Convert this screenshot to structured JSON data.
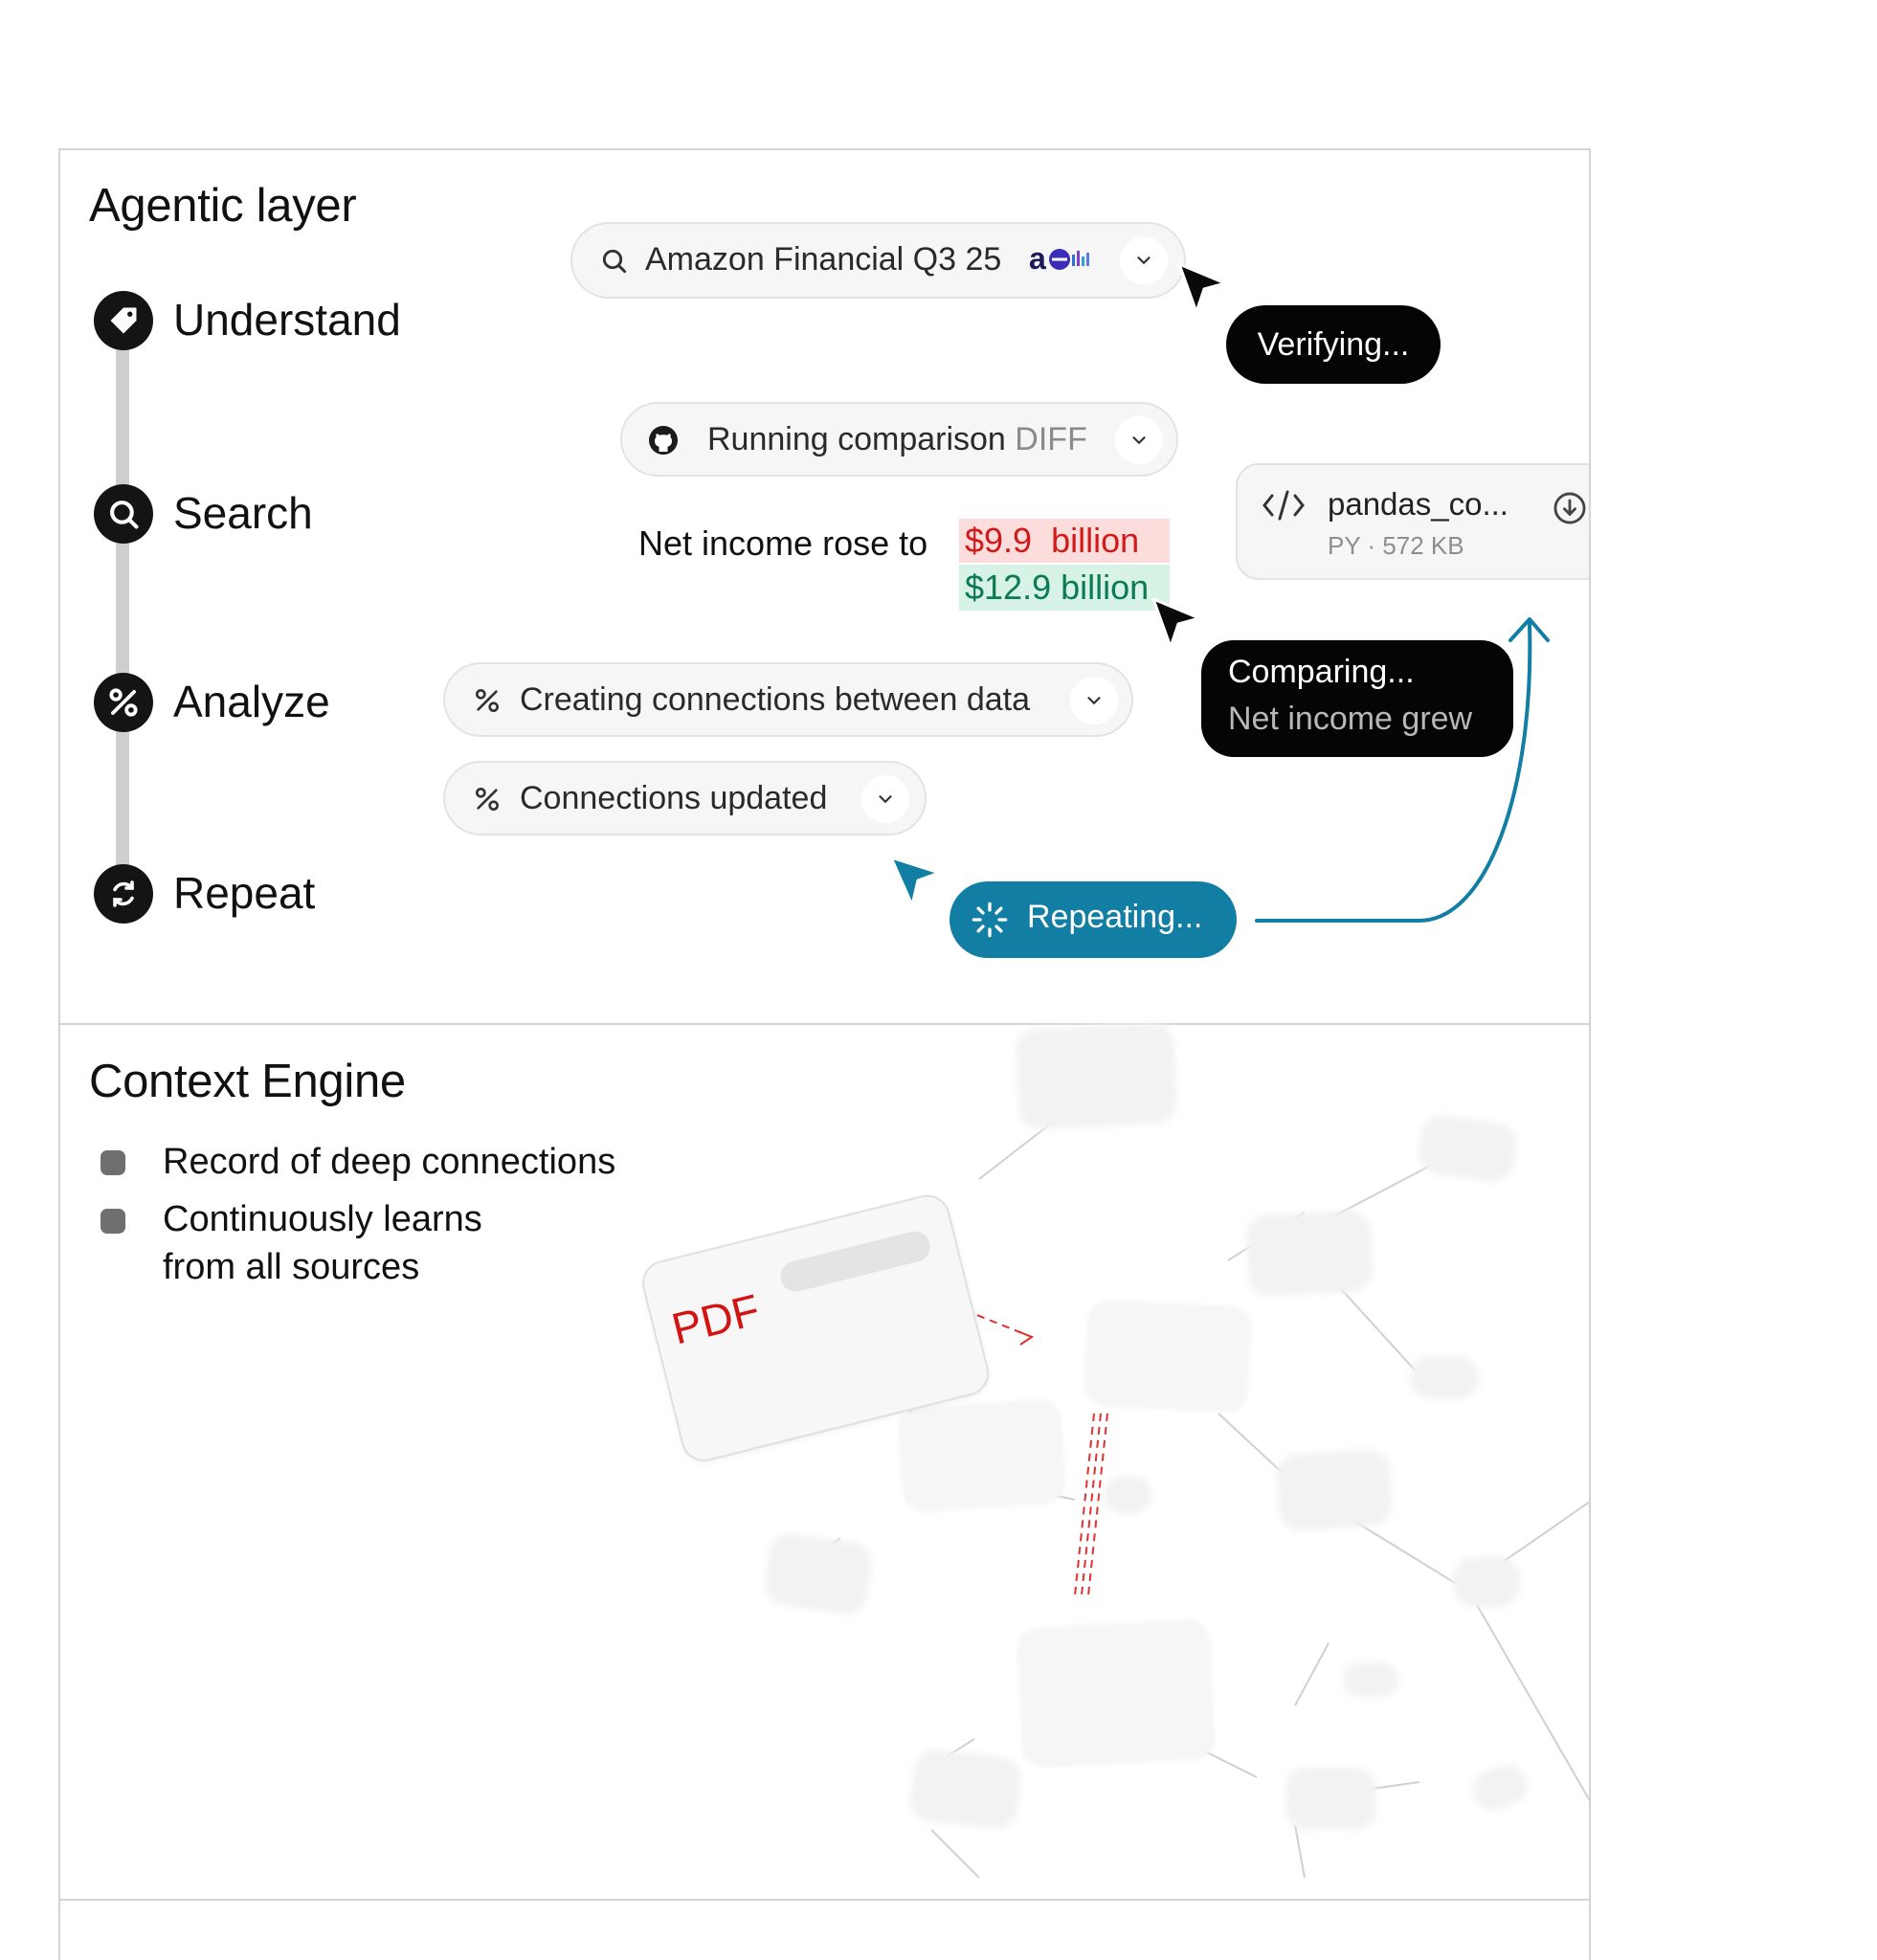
{
  "agentic": {
    "title": "Agentic layer",
    "steps": [
      {
        "label": "Understand",
        "icon": "tag-icon"
      },
      {
        "label": "Search",
        "icon": "search-icon"
      },
      {
        "label": "Analyze",
        "icon": "connections-icon"
      },
      {
        "label": "Repeat",
        "icon": "refresh-icon"
      }
    ],
    "search_pill": {
      "text": "Amazon Financial Q3 25",
      "logo_text": "a"
    },
    "verifying": "Verifying...",
    "comparison_pill": {
      "text": "Running comparison",
      "suffix": "DIFF"
    },
    "file_card": {
      "name": "pandas_co...",
      "meta": "PY · 572 KB"
    },
    "net_income": {
      "prefix": "Net income rose to",
      "old_value": "$9.9  billion",
      "new_value": "$12.9 billion"
    },
    "comparing": {
      "title": "Comparing...",
      "subtitle": "Net income grew"
    },
    "connections_pill": "Creating connections between data",
    "updated_pill": "Connections updated",
    "repeating": "Repeating..."
  },
  "context": {
    "title": "Context Engine",
    "bullets": [
      "Record of deep connections",
      "Continuously learns\nfrom all sources"
    ],
    "pdf_label": "PDF"
  },
  "colors": {
    "accent_blue": "#127ea4",
    "diff_red_bg": "#fddcdc",
    "diff_red_text": "#d11a1a",
    "diff_green_bg": "#d6f3e6",
    "diff_green_text": "#0c7a52",
    "pdf_red": "#d31414"
  }
}
